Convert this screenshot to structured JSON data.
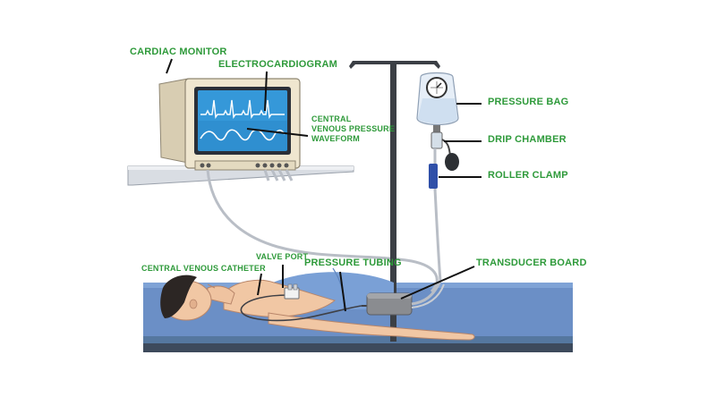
{
  "diagram": {
    "label_color": "#2e9a3a",
    "labels": {
      "cardiac_monitor": "CARDIAC MONITOR",
      "electrocardiogram": "ELECTROCARDIOGRAM",
      "cvp_line1": "CENTRAL",
      "cvp_line2": "VENOUS PRESSURE",
      "cvp_line3": "WAVEFORM",
      "pressure_bag": "PRESSURE BAG",
      "drip_chamber": "DRIP CHAMBER",
      "roller_clamp": "ROLLER CLAMP",
      "transducer_board": "TRANSDUCER BOARD",
      "pressure_tubing": "PRESSURE TUBING",
      "valve_port": "VALVE PORT",
      "central_venous_catheter": "CENTRAL VENOUS CATHETER"
    },
    "icons": [
      "cardiac-monitor-icon",
      "iv-pole-icon",
      "pressure-bag-icon",
      "drip-chamber-icon",
      "roller-clamp-icon",
      "transducer-board-icon",
      "patient-icon",
      "bed-icon"
    ]
  }
}
